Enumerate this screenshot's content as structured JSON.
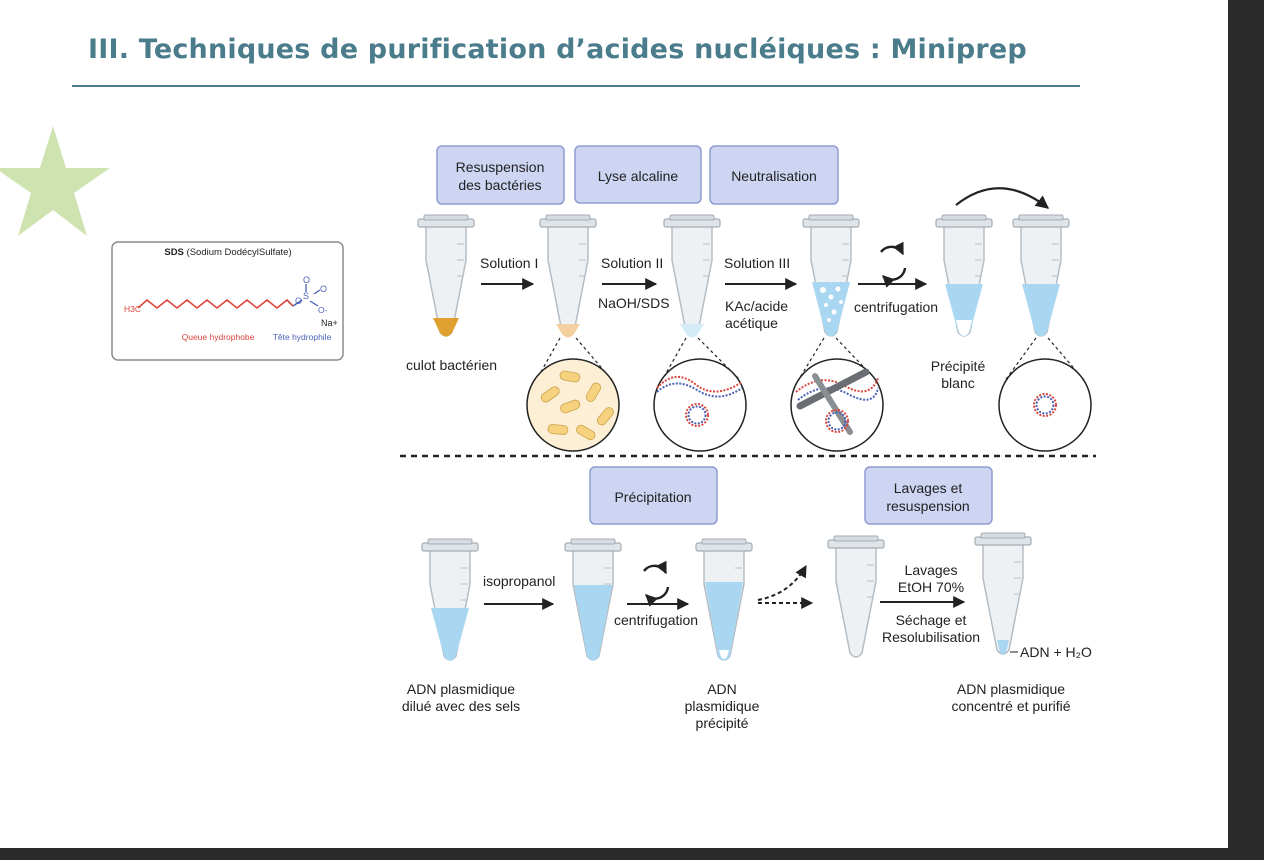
{
  "title": "III. Techniques de purification d’acides nucléiques : Miniprep",
  "colors": {
    "title": "#4a7c8c",
    "step_box_fill": "#cdd5f2",
    "step_box_border": "#8f9bd0",
    "star": "#cfe3b0",
    "pellet": "#e0a030",
    "liquid": "#a9d6f0",
    "hydrophobic_tail": "#d9453d",
    "hydrophilic_head": "#4a62b8"
  },
  "sds": {
    "title_bold": "SDS",
    "title_rest": " (Sodium DodécylSulfate)",
    "ch3": "H3C",
    "sulfur": "S",
    "oxygen": "O",
    "o_minus": "O-",
    "sodium": "Na+",
    "tail_label": "Queue hydrophobe",
    "head_label": "Tête hydrophile"
  },
  "top": {
    "boxes": {
      "resuspension": [
        "Resuspension",
        "des bactéries"
      ],
      "lyse": "Lyse alcaline",
      "neutralisation": "Neutralisation"
    },
    "solution1": "Solution I",
    "solution2": "Solution II",
    "solution2_sub": "NaOH/SDS",
    "solution3": "Solution III",
    "solution3_sub": [
      "KAc/acide",
      "acétique"
    ],
    "centrifugation": "centrifugation",
    "pellet_label": "culot bactérien",
    "precipitate_label": [
      "Précipité",
      "blanc"
    ]
  },
  "bottom": {
    "boxes": {
      "precipitation": "Précipitation",
      "lavages": [
        "Lavages et",
        "resuspension"
      ]
    },
    "isopropanol": "isopropanol",
    "centrifugation": "centrifugation",
    "washes": [
      "Lavages",
      "EtOH 70%"
    ],
    "drying": [
      "Séchage et",
      "Resolubilisation"
    ],
    "adn_h2o": "ADN + H₂O",
    "label_diluted": [
      "ADN plasmidique",
      "dilué avec des sels"
    ],
    "label_precipitated": [
      "ADN",
      "plasmidique",
      "précipité"
    ],
    "label_purified": [
      "ADN plasmidique",
      "concentré et purifié"
    ]
  }
}
